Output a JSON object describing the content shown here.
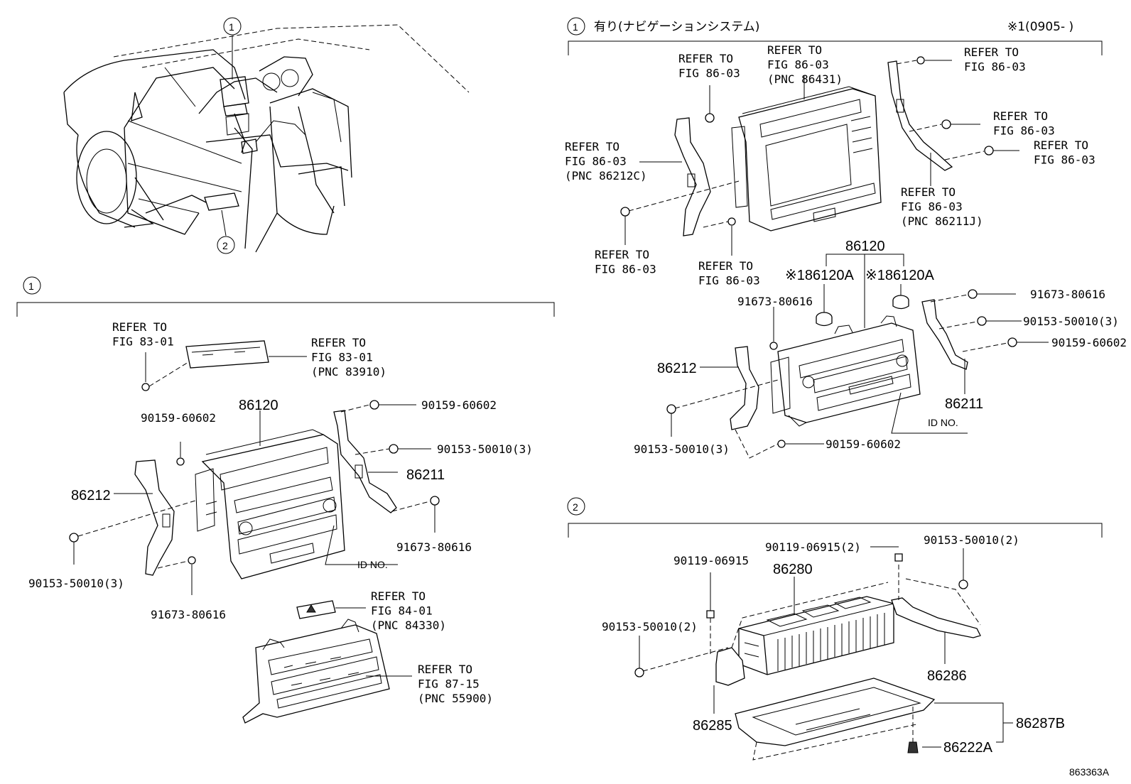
{
  "markers": {
    "one": "1",
    "two": "2"
  },
  "sec2_header": {
    "text": "有り(ナビゲーションシステム)",
    "note": "※1(0905-     )"
  },
  "labels": {
    "refer_fig_83_01": "REFER TO\nFIG 83-01",
    "refer_fig_83_01_pnc": "REFER TO\nFIG 83-01\n(PNC 83910)",
    "refer_fig_84_01_pnc": "REFER TO\nFIG 84-01\n(PNC 84330)",
    "refer_fig_87_15_pnc": "REFER TO\nFIG 87-15\n(PNC 55900)",
    "refer_fig_86_03": "REFER TO\nFIG 86-03",
    "refer_fig_86_03_86431": "REFER TO\nFIG 86-03\n(PNC 86431)",
    "refer_fig_86_03_86212c": "REFER TO\nFIG 86-03\n(PNC 86212C)",
    "refer_fig_86_03_86211j": "REFER TO\nFIG 86-03\n(PNC 86211J)",
    "id_no": "ID NO.",
    "figure_id": "863363A"
  },
  "parts": {
    "p86120": "86120",
    "p86120A": "※186120A",
    "p86211": "86211",
    "p86212": "86212",
    "p86280": "86280",
    "p86285": "86285",
    "p86286": "86286",
    "p86287B": "86287B",
    "p86222A": "86222A",
    "s90159_60602": "90159-60602",
    "s90153_50010_3": "90153-50010(3)",
    "s90153_50010_2": "90153-50010(2)",
    "s91673_80616": "91673-80616",
    "s90119_06915": "90119-06915",
    "s90119_06915_2": "90119-06915(2)"
  }
}
